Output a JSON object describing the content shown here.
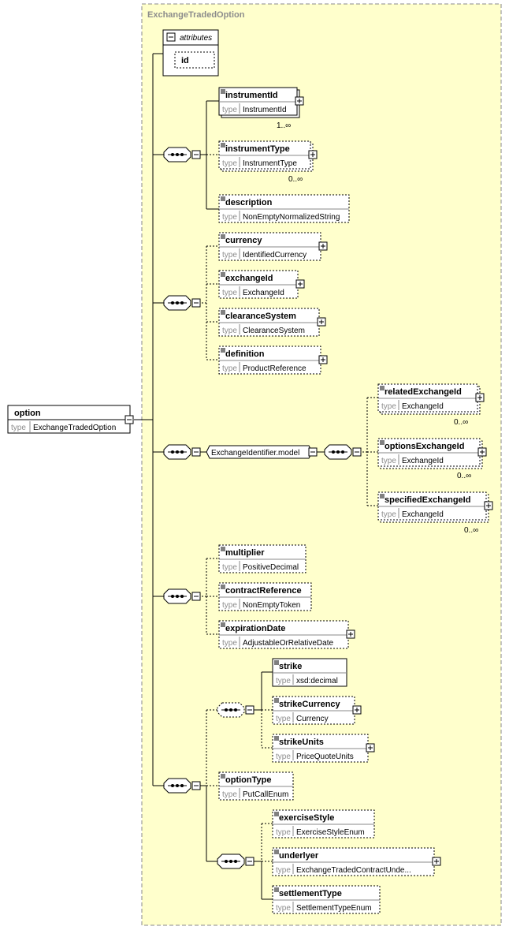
{
  "root": {
    "name": "option",
    "type_label": "type",
    "type": "ExchangeTradedOption"
  },
  "group": {
    "title": "ExchangeTradedOption"
  },
  "attributes": {
    "title": "attributes",
    "items": [
      "id"
    ]
  },
  "elements": {
    "instrumentId": {
      "name": "instrumentId",
      "type_label": "type",
      "type": "InstrumentId",
      "occurs": "1..∞"
    },
    "instrumentType": {
      "name": "instrumentType",
      "type_label": "type",
      "type": "InstrumentType",
      "occurs": "0..∞"
    },
    "description": {
      "name": "description",
      "type_label": "type",
      "type": "NonEmptyNormalizedString"
    },
    "currency": {
      "name": "currency",
      "type_label": "type",
      "type": "IdentifiedCurrency"
    },
    "exchangeId": {
      "name": "exchangeId",
      "type_label": "type",
      "type": "ExchangeId"
    },
    "clearanceSystem": {
      "name": "clearanceSystem",
      "type_label": "type",
      "type": "ClearanceSystem"
    },
    "definition": {
      "name": "definition",
      "type_label": "type",
      "type": "ProductReference"
    },
    "relatedExchangeId": {
      "name": "relatedExchangeId",
      "type_label": "type",
      "type": "ExchangeId",
      "occurs": "0..∞"
    },
    "optionsExchangeId": {
      "name": "optionsExchangeId",
      "type_label": "type",
      "type": "ExchangeId",
      "occurs": "0..∞"
    },
    "specifiedExchangeId": {
      "name": "specifiedExchangeId",
      "type_label": "type",
      "type": "ExchangeId",
      "occurs": "0..∞"
    },
    "multiplier": {
      "name": "multiplier",
      "type_label": "type",
      "type": "PositiveDecimal"
    },
    "contractReference": {
      "name": "contractReference",
      "type_label": "type",
      "type": "NonEmptyToken"
    },
    "expirationDate": {
      "name": "expirationDate",
      "type_label": "type",
      "type": "AdjustableOrRelativeDate"
    },
    "strike": {
      "name": "strike",
      "type_label": "type",
      "type": "xsd:decimal"
    },
    "strikeCurrency": {
      "name": "strikeCurrency",
      "type_label": "type",
      "type": "Currency"
    },
    "strikeUnits": {
      "name": "strikeUnits",
      "type_label": "type",
      "type": "PriceQuoteUnits"
    },
    "optionType": {
      "name": "optionType",
      "type_label": "type",
      "type": "PutCallEnum"
    },
    "exerciseStyle": {
      "name": "exerciseStyle",
      "type_label": "type",
      "type": "ExerciseStyleEnum"
    },
    "underlyer": {
      "name": "underlyer",
      "type_label": "type",
      "type": "ExchangeTradedContractUnde..."
    },
    "settlementType": {
      "name": "settlementType",
      "type_label": "type",
      "type": "SettlementTypeEnum"
    }
  },
  "model_group": {
    "name": "ExchangeIdentifier.model"
  },
  "colors": {
    "group_bg": "#ffffcc",
    "border": "#000000",
    "dashed_border": "#888888",
    "type_label": "#8c8c8c"
  }
}
